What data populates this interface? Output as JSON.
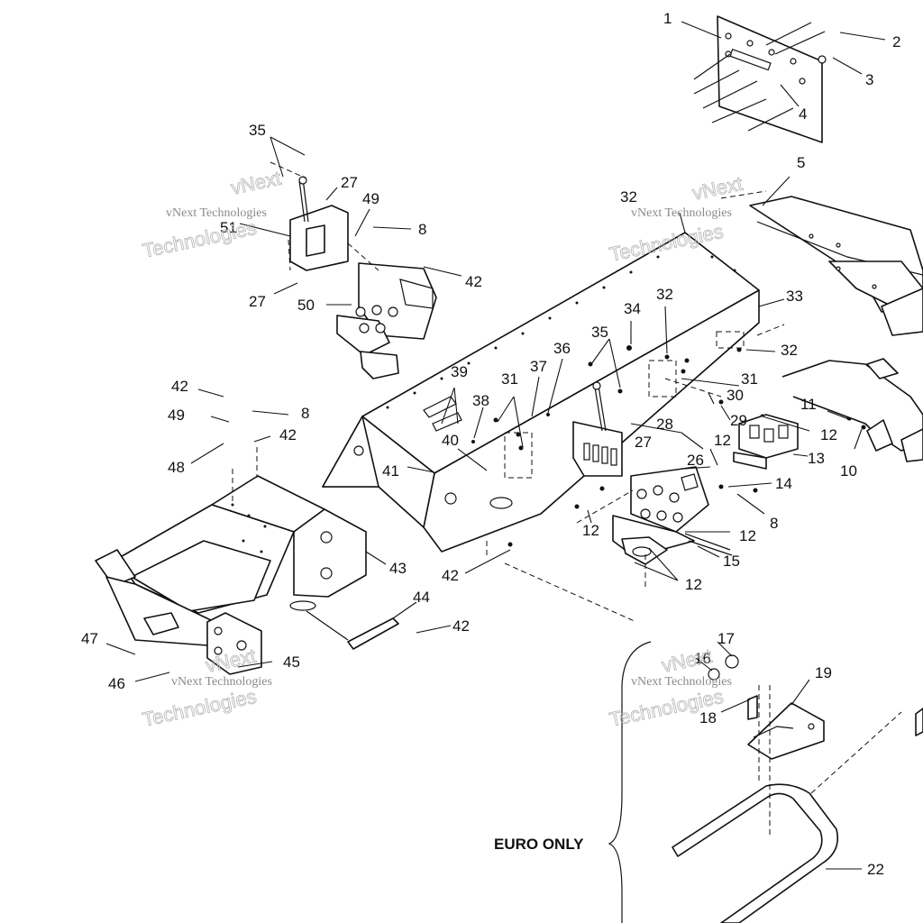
{
  "callouts": [
    {
      "id": "1",
      "text": "1"
    },
    {
      "id": "2",
      "text": "2"
    },
    {
      "id": "3",
      "text": "3"
    },
    {
      "id": "4",
      "text": "4"
    },
    {
      "id": "5",
      "text": "5"
    },
    {
      "id": "8a",
      "text": "8"
    },
    {
      "id": "8b",
      "text": "8"
    },
    {
      "id": "8c",
      "text": "8"
    },
    {
      "id": "10",
      "text": "10"
    },
    {
      "id": "11",
      "text": "11"
    },
    {
      "id": "12a",
      "text": "12"
    },
    {
      "id": "12b",
      "text": "12"
    },
    {
      "id": "12c",
      "text": "12"
    },
    {
      "id": "12d",
      "text": "12"
    },
    {
      "id": "12e",
      "text": "12"
    },
    {
      "id": "13",
      "text": "13"
    },
    {
      "id": "14",
      "text": "14"
    },
    {
      "id": "15",
      "text": "15"
    },
    {
      "id": "16",
      "text": "16"
    },
    {
      "id": "17",
      "text": "17"
    },
    {
      "id": "18",
      "text": "18"
    },
    {
      "id": "19",
      "text": "19"
    },
    {
      "id": "22",
      "text": "22"
    },
    {
      "id": "26",
      "text": "26"
    },
    {
      "id": "27a",
      "text": "27"
    },
    {
      "id": "27b",
      "text": "27"
    },
    {
      "id": "27c",
      "text": "27"
    },
    {
      "id": "28",
      "text": "28"
    },
    {
      "id": "29",
      "text": "29"
    },
    {
      "id": "30",
      "text": "30"
    },
    {
      "id": "31a",
      "text": "31"
    },
    {
      "id": "31b",
      "text": "31"
    },
    {
      "id": "32a",
      "text": "32"
    },
    {
      "id": "32b",
      "text": "32"
    },
    {
      "id": "32c",
      "text": "32"
    },
    {
      "id": "33",
      "text": "33"
    },
    {
      "id": "34",
      "text": "34"
    },
    {
      "id": "35a",
      "text": "35"
    },
    {
      "id": "35b",
      "text": "35"
    },
    {
      "id": "36",
      "text": "36"
    },
    {
      "id": "37",
      "text": "37"
    },
    {
      "id": "38",
      "text": "38"
    },
    {
      "id": "39",
      "text": "39"
    },
    {
      "id": "40",
      "text": "40"
    },
    {
      "id": "41",
      "text": "41"
    },
    {
      "id": "42a",
      "text": "42"
    },
    {
      "id": "42b",
      "text": "42"
    },
    {
      "id": "42c",
      "text": "42"
    },
    {
      "id": "42d",
      "text": "42"
    },
    {
      "id": "42e",
      "text": "42"
    },
    {
      "id": "43",
      "text": "43"
    },
    {
      "id": "44",
      "text": "44"
    },
    {
      "id": "45",
      "text": "45"
    },
    {
      "id": "46",
      "text": "46"
    },
    {
      "id": "47",
      "text": "47"
    },
    {
      "id": "48",
      "text": "48"
    },
    {
      "id": "49a",
      "text": "49"
    },
    {
      "id": "49b",
      "text": "49"
    },
    {
      "id": "50",
      "text": "50"
    },
    {
      "id": "51",
      "text": "51"
    }
  ],
  "section_label": "EURO ONLY",
  "watermark": {
    "line1": "vNext Technologies",
    "line2": "Technologies",
    "line3": "vNext"
  }
}
